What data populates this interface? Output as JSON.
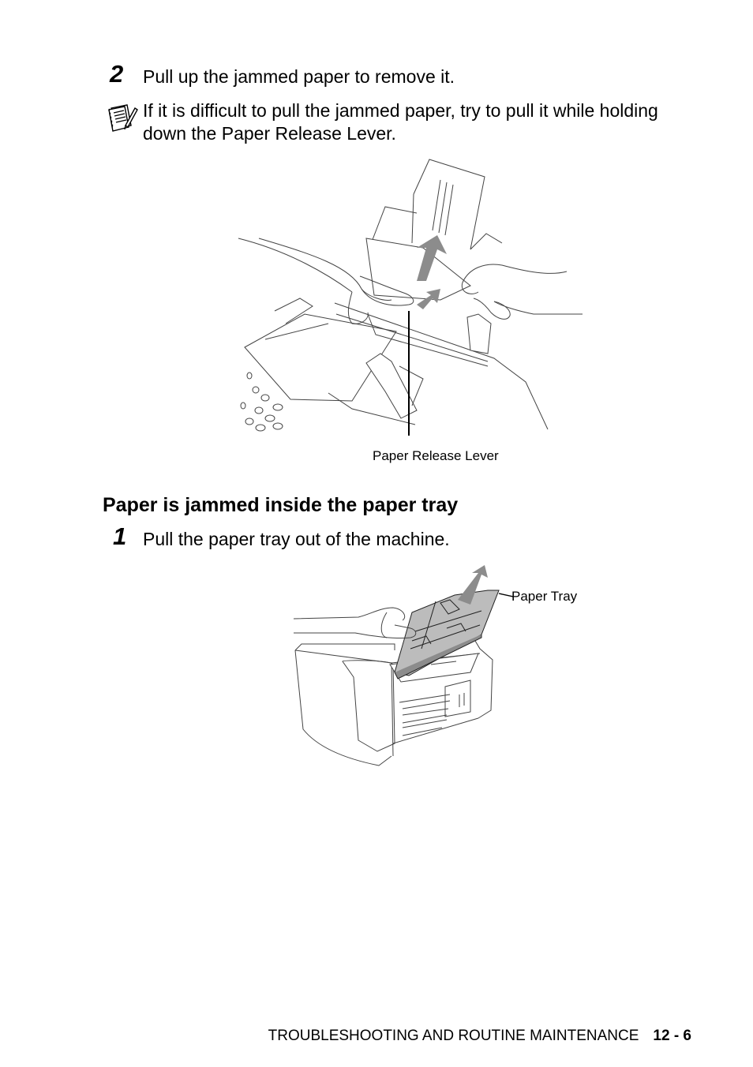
{
  "step_a": {
    "number": "2",
    "text": "Pull up the jammed paper to remove it."
  },
  "note": {
    "icon": "note-pencil-icon",
    "text": "If it is difficult to pull the jammed paper, try to pull it while holding down the Paper Release Lever."
  },
  "figure1": {
    "callout": "Paper Release Lever"
  },
  "section": {
    "heading": "Paper is jammed inside the paper tray"
  },
  "step_b": {
    "number": "1",
    "text": "Pull the paper tray out of the machine."
  },
  "figure2": {
    "callout": "Paper Tray"
  },
  "footer": {
    "title": "TROUBLESHOOTING AND ROUTINE MAINTENANCE",
    "page": "12 - 6"
  }
}
